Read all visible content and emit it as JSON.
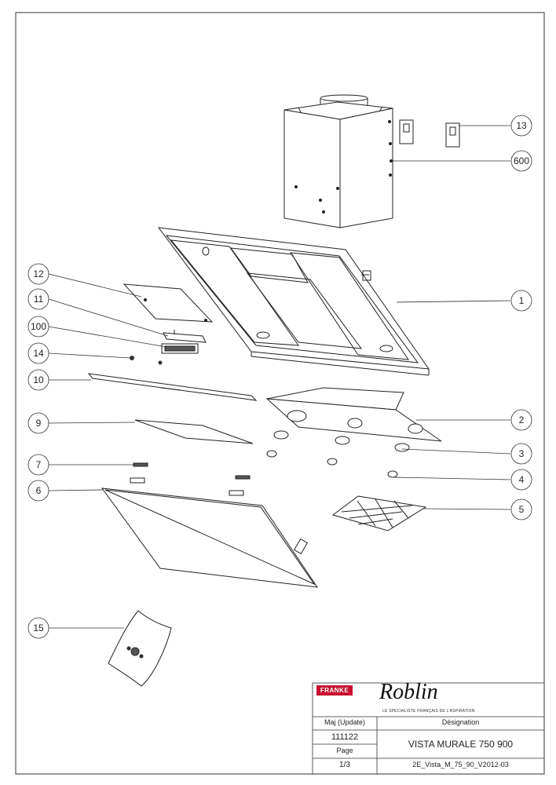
{
  "callouts": [
    "13",
    "600",
    "1",
    "12",
    "11",
    "100",
    "14",
    "10",
    "2",
    "9",
    "3",
    "7",
    "4",
    "6",
    "5",
    "15"
  ],
  "title_block": {
    "brand_badge": "FRANKE",
    "logo_text": "Roblin",
    "tagline": "LE SPÉCIALISTE FRANÇAIS DE L'ASPIRATION",
    "update_label": "Maj (Update)",
    "designation_label": "Désignation",
    "update_value": "111122",
    "page_label": "Page",
    "designation_value": "VISTA MURALE 750 900",
    "page_value": "1/3",
    "reference": "2E_Vista_M_75_90_V2012-03"
  }
}
